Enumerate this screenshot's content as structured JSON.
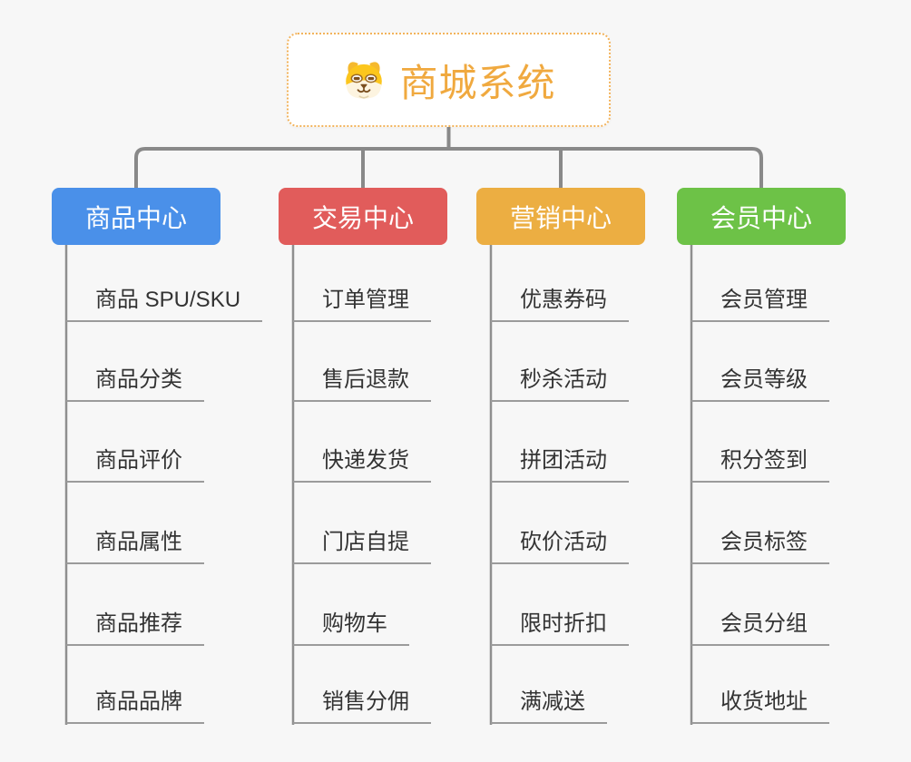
{
  "root": {
    "title": "商城系统",
    "icon": "dog-face-icon"
  },
  "branches": [
    {
      "label": "商品中心",
      "color": "#4a90e9",
      "items": [
        "商品 SPU/SKU",
        "商品分类",
        "商品评价",
        "商品属性",
        "商品推荐",
        "商品品牌"
      ]
    },
    {
      "label": "交易中心",
      "color": "#e15c5b",
      "items": [
        "订单管理",
        "售后退款",
        "快递发货",
        "门店自提",
        "购物车",
        "销售分佣"
      ]
    },
    {
      "label": "营销中心",
      "color": "#ecae42",
      "items": [
        "优惠券码",
        "秒杀活动",
        "拼团活动",
        "砍价活动",
        "限时折扣",
        "满减送"
      ]
    },
    {
      "label": "会员中心",
      "color": "#6dc247",
      "items": [
        "会员管理",
        "会员等级",
        "积分签到",
        "会员标签",
        "会员分组",
        "收货地址"
      ]
    }
  ],
  "colors": {
    "background": "#f7f7f7",
    "connector": "#898989",
    "spine": "#8f8f8f",
    "underline": "#9b9b9b",
    "root_border": "#f2b35c",
    "root_title": "#f0a93f"
  }
}
